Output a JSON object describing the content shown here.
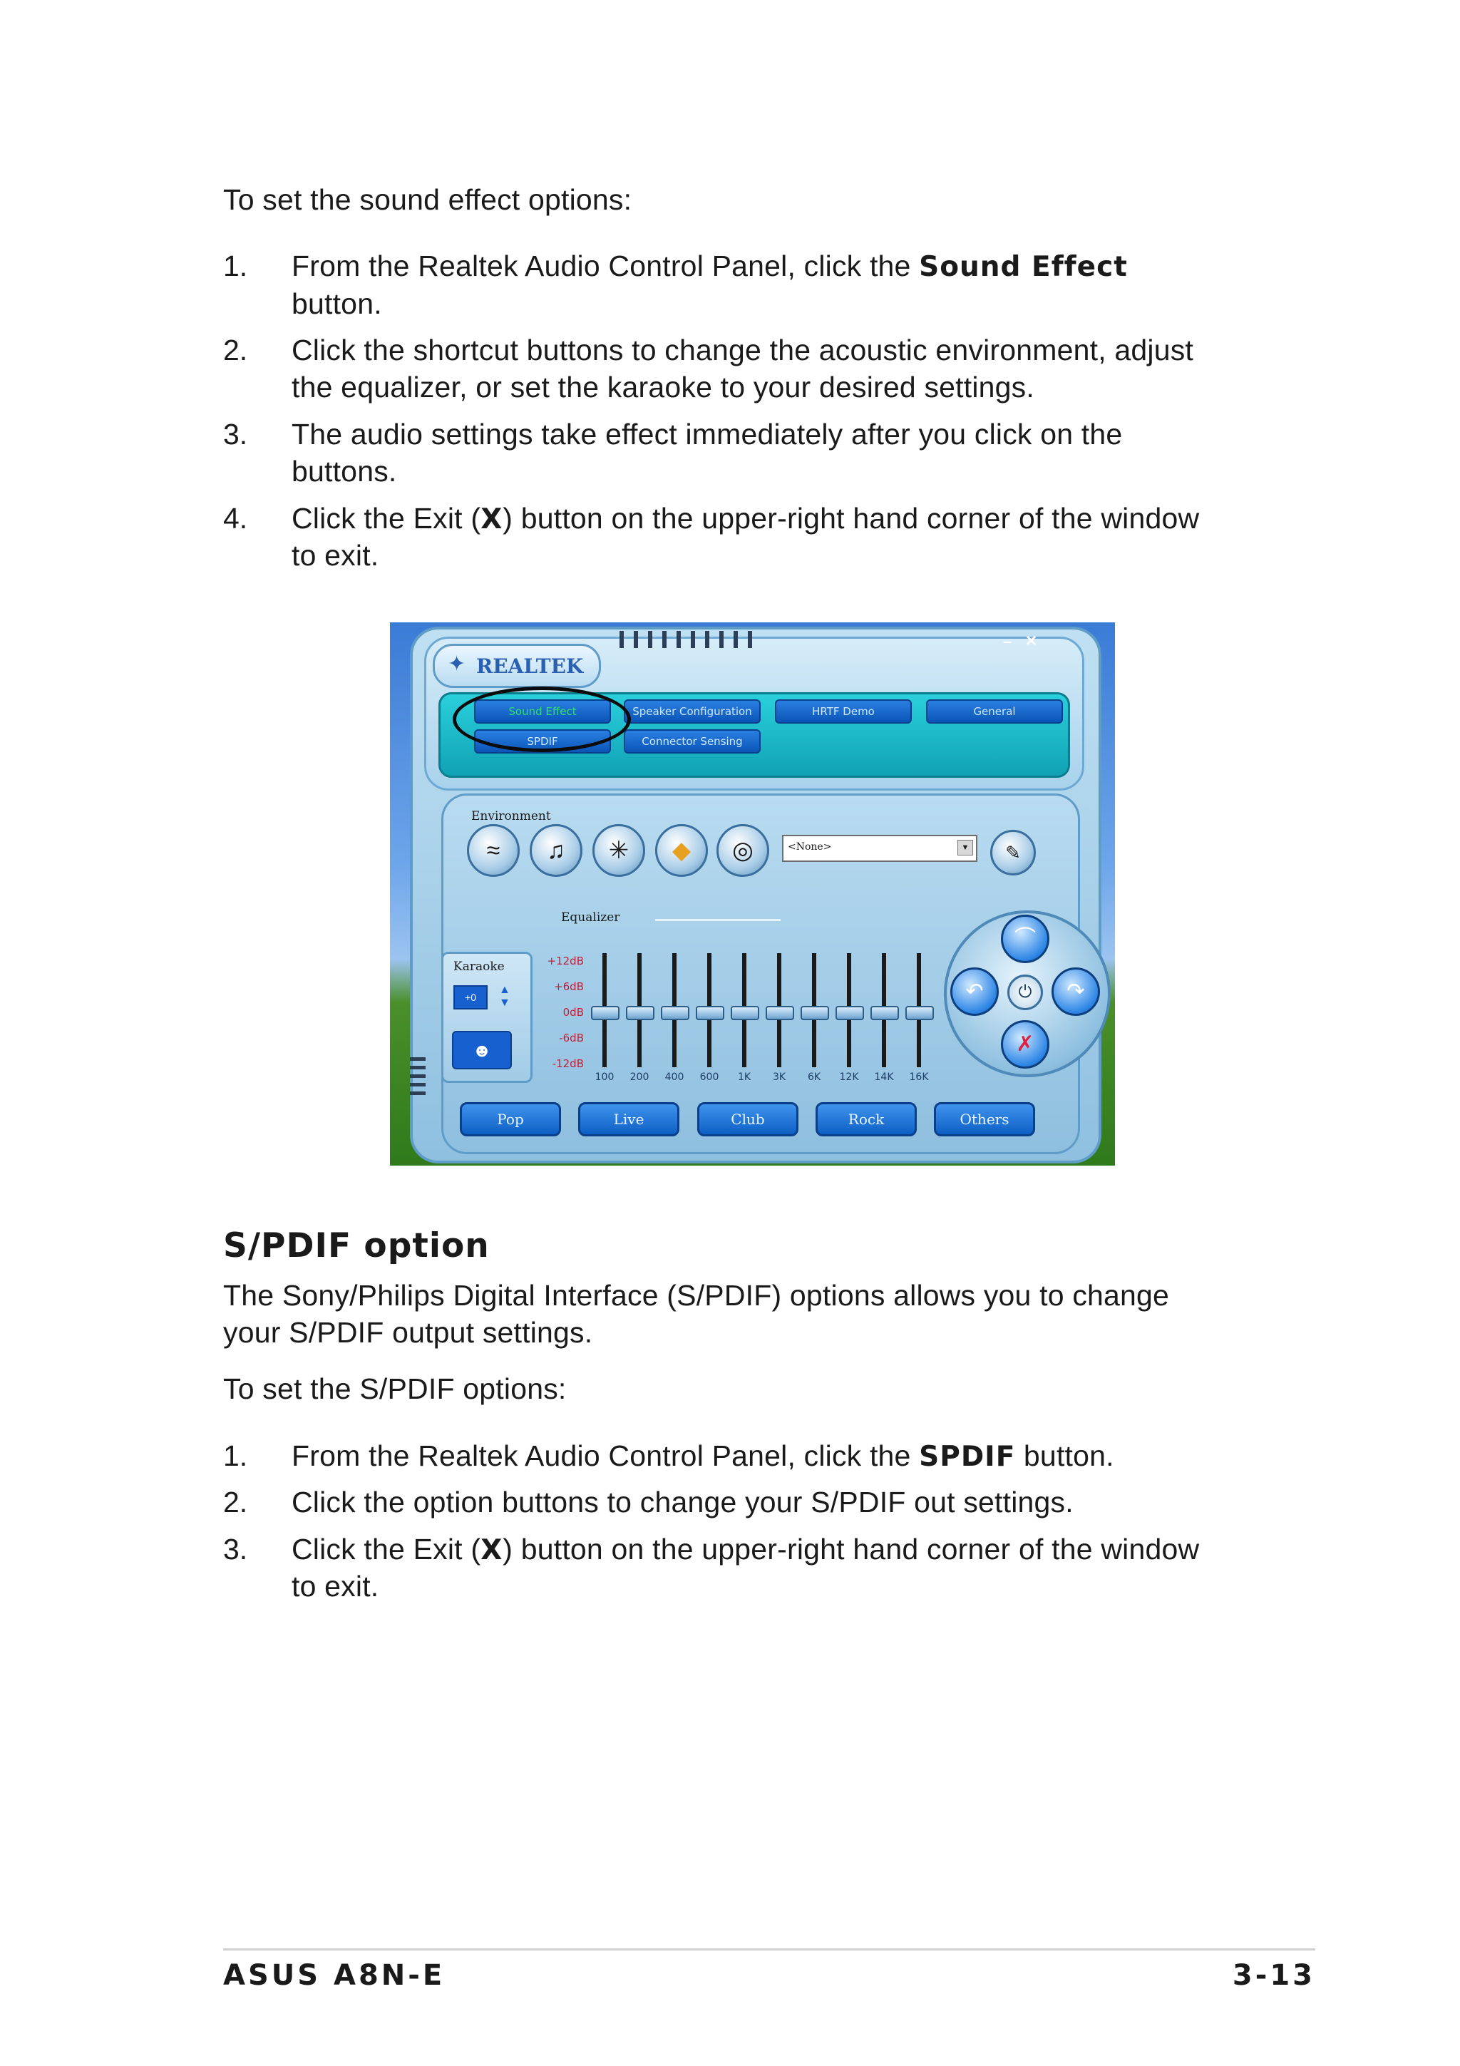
{
  "section1": {
    "intro": "To set the sound effect options:",
    "steps": [
      {
        "num": "1.",
        "pre": "From the Realtek Audio Control Panel, click the ",
        "bold": "Sound Effect",
        "post": "",
        "line2": "button."
      },
      {
        "num": "2.",
        "line1": "Click the shortcut buttons to change the acoustic environment, adjust",
        "line2": "the equalizer, or set the karaoke to your desired settings."
      },
      {
        "num": "3.",
        "line1": "The audio settings take effect immediately after you click on the",
        "line2": "buttons."
      },
      {
        "num": "4.",
        "pre": "Click the Exit (",
        "bold": "X",
        "post": ") button on the upper-right hand corner of the window",
        "line2": "to exit."
      }
    ]
  },
  "screenshot": {
    "brand": "REALTEK",
    "window_controls": {
      "minimize": "–",
      "close": "×"
    },
    "tabs_row1": [
      "Sound Effect",
      "Speaker Configuration",
      "HRTF Demo",
      "General"
    ],
    "tabs_row2": [
      "SPDIF",
      "Connector Sensing"
    ],
    "environment_label": "Environment",
    "environment_select": "<None>",
    "equalizer_label": "Equalizer",
    "karaoke_label": "Karaoke",
    "karaoke_value": "+0",
    "db_labels": [
      "+12dB",
      "+6dB",
      "0dB",
      "-6dB",
      "-12dB"
    ],
    "frequencies": [
      "100",
      "200",
      "400",
      "600",
      "1K",
      "3K",
      "6K",
      "12K",
      "14K",
      "16K"
    ],
    "presets": [
      "Pop",
      "Live",
      "Club",
      "Rock",
      "Others"
    ],
    "colors": {
      "panel": "#9fcbe6",
      "teal": "#1fb8c8",
      "button_blue": "#0e5fc4",
      "highlight_text": "#31e06a"
    }
  },
  "section2": {
    "heading": "S/PDIF option",
    "desc_line1": "The Sony/Philips Digital Interface (S/PDIF) options allows you to change",
    "desc_line2": "your S/PDIF output settings.",
    "intro": "To set the S/PDIF options:",
    "steps": [
      {
        "num": "1.",
        "pre": "From the Realtek Audio Control Panel, click the ",
        "bold": "SPDIF",
        "post": " button."
      },
      {
        "num": "2.",
        "line1": "Click the option buttons to change your S/PDIF out settings."
      },
      {
        "num": "3.",
        "pre": "Click the Exit (",
        "bold": "X",
        "post": ") button on the upper-right hand corner of the window",
        "line2": "to exit."
      }
    ]
  },
  "footer": {
    "left": "ASUS A8N-E",
    "right": "3-13"
  }
}
